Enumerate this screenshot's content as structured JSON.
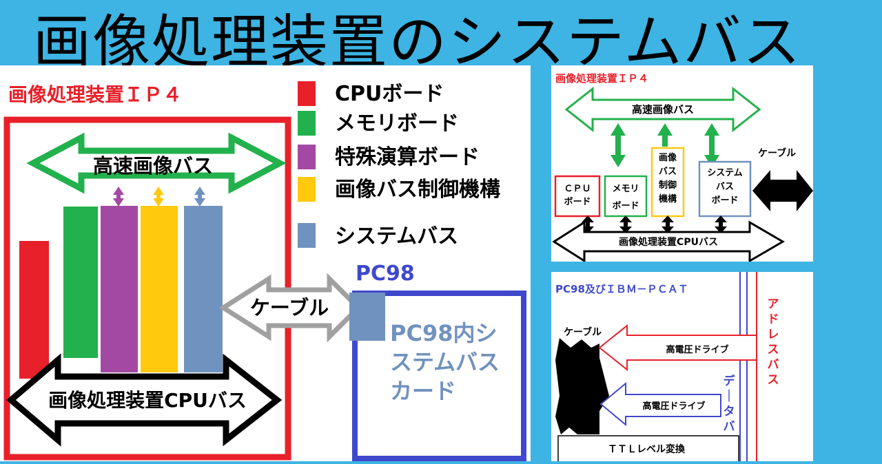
{
  "title": "画像処理装置のシステムバス",
  "left_panel": {
    "heading": "画像処理装置ＩＰ４",
    "legend": [
      {
        "label": "CPUボード",
        "color": "#e8202a"
      },
      {
        "label": "メモリボード",
        "color": "#22b14c"
      },
      {
        "label": "特殊演算ボード",
        "color": "#a349a4"
      },
      {
        "label": "画像バス制御機構",
        "color": "#ffc90e"
      },
      {
        "label": "システムバス",
        "color": "#7092be"
      }
    ],
    "high_speed_bus": "高速画像バス",
    "cpu_bus": "画像処理装置CPUバス",
    "cable": "ケーブル",
    "pc98": "PC98",
    "pc98_card": [
      "PC98内シ",
      "ステムバス",
      "カード"
    ]
  },
  "top_right_panel": {
    "heading": "画像処理装置ＩＰ４",
    "high_speed_bus": "高速画像バス",
    "cable": "ケーブル",
    "cpu_bus": "画像処理装置CPUバス",
    "boards": [
      {
        "lines": [
          "ＣＰＵ",
          "ボード"
        ],
        "color": "#e8202a"
      },
      {
        "lines": [
          "メモリ",
          "ボード"
        ],
        "color": "#22b14c"
      },
      {
        "lines": [
          "画像",
          "バス",
          "制御",
          "機構"
        ],
        "color": "#ffc90e"
      },
      {
        "lines": [
          "システム",
          "バス",
          "ボード"
        ],
        "color": "#7092be"
      }
    ]
  },
  "bottom_right_panel": {
    "heading": "PC98及びＩＢＭ－ＰＣＡＴ",
    "cable": "ケーブル",
    "address_bus": "アドレスバス",
    "data_bus": "データバス",
    "drive1": "高電圧ドライブ",
    "drive2": "高電圧ドライブ",
    "ttl": "ＴＴＬレベル変換"
  }
}
